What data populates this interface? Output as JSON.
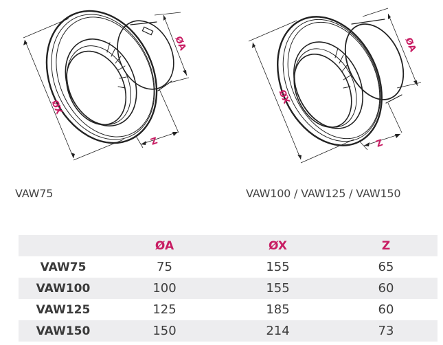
{
  "diagrams": [
    {
      "id": "left",
      "caption": "VAW75",
      "labels": {
        "outer_diameter": "ØX",
        "duct_diameter": "ØA",
        "depth": "Z"
      }
    },
    {
      "id": "right",
      "caption": "VAW100 / VAW125 / VAW150",
      "labels": {
        "outer_diameter": "ØX",
        "duct_diameter": "ØA",
        "depth": "Z"
      }
    }
  ],
  "table": {
    "headers": [
      "",
      "ØA",
      "ØX",
      "Z"
    ],
    "rows": [
      {
        "model": "VAW75",
        "a": "75",
        "x": "155",
        "z": "65"
      },
      {
        "model": "VAW100",
        "a": "100",
        "x": "155",
        "z": "60"
      },
      {
        "model": "VAW125",
        "a": "125",
        "x": "185",
        "z": "60"
      },
      {
        "model": "VAW150",
        "a": "150",
        "x": "214",
        "z": "73"
      }
    ]
  },
  "colors": {
    "accent": "#c81d63",
    "row_shade": "#ededef",
    "text": "#3d3d3d"
  }
}
